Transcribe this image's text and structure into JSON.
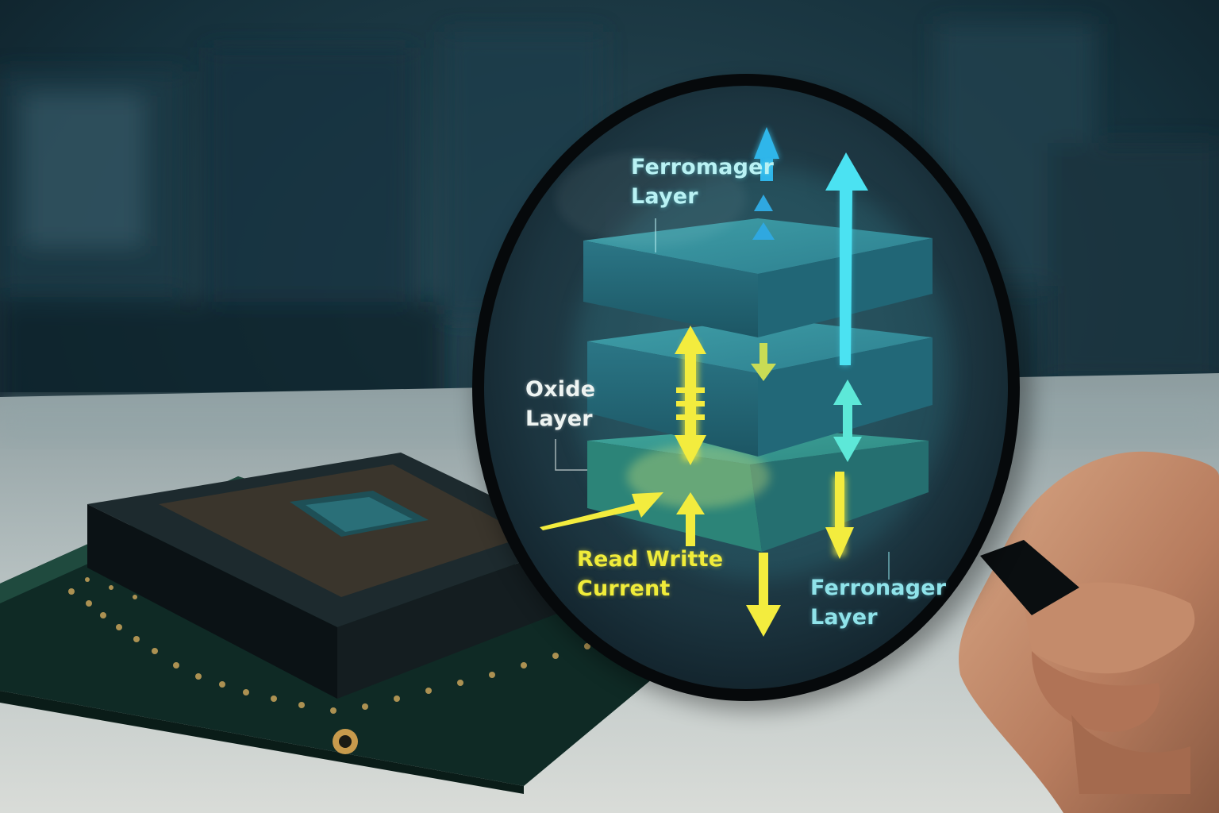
{
  "labels": {
    "top_layer": {
      "line1": "Ferromager",
      "line2": "Layer"
    },
    "oxide_layer": {
      "line1": "Oxide",
      "line2": "Layer"
    },
    "current": {
      "line1": "Read Writte",
      "line2": "Current"
    },
    "bottom_layer": {
      "line1": "Ferronager",
      "line2": "Layer"
    }
  },
  "colors": {
    "cyan_arrow": "#3fd8f0",
    "yellow_arrow": "#f1ea3c",
    "layer_teal": "#2f8f9c",
    "lens_rim": "#0a1216"
  }
}
